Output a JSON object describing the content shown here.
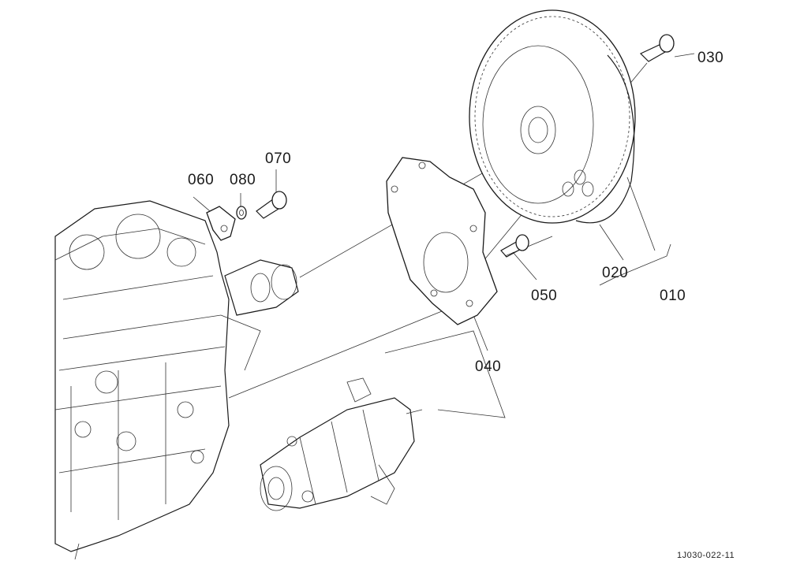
{
  "parts": [
    {
      "id": "p010",
      "number": "010"
    },
    {
      "id": "p020",
      "number": "020"
    },
    {
      "id": "p030",
      "number": "030"
    },
    {
      "id": "p040",
      "number": "040"
    },
    {
      "id": "p050",
      "number": "050"
    },
    {
      "id": "p060",
      "number": "060"
    },
    {
      "id": "p070",
      "number": "070"
    },
    {
      "id": "p080",
      "number": "080"
    }
  ],
  "drawing_number": "1J030-022-11"
}
